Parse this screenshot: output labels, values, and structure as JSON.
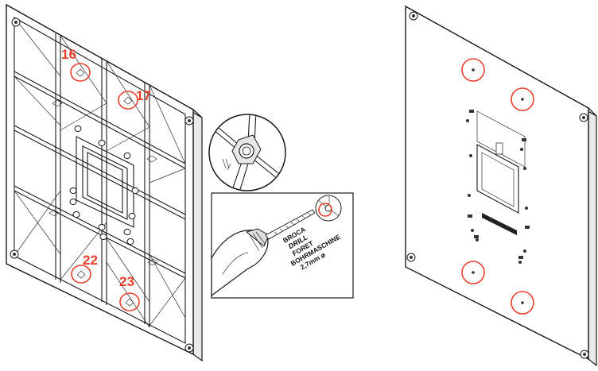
{
  "diagram": {
    "accent_color": "#e8402f",
    "callouts": [
      {
        "id": "c16",
        "label": "16"
      },
      {
        "id": "c17",
        "label": "17"
      },
      {
        "id": "c22",
        "label": "22"
      },
      {
        "id": "c23",
        "label": "23"
      }
    ],
    "drill_note": {
      "lines": [
        "BROCA",
        "DRILL",
        "FORET",
        "BOHRMASCHINE",
        "2,7mm ⌀"
      ]
    },
    "rear_plate": {
      "highlighted_holes": 4
    },
    "icons": [
      "drill-icon",
      "magnifier-detail-icon",
      "screw-hole-icon"
    ]
  }
}
